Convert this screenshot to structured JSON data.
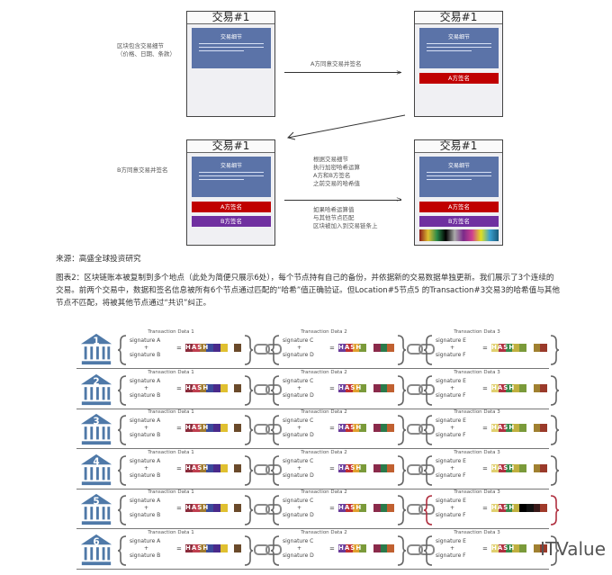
{
  "diagram": {
    "block_title": "交易#1",
    "details_label": "交易细节",
    "sig_a": "A方签名",
    "sig_b": "B方签名",
    "note_block_line1": "区块包含交易细节",
    "note_block_line2": "（价格、日期、条款）",
    "arrow1_label": "A方同意交易并签名",
    "note_b": "B方同意交易并签名",
    "hash_steps": [
      "根据交易细节",
      "执行加密哈希运算",
      "A方和B方签名",
      "之前交易的哈希值"
    ],
    "result_steps": [
      "如果哈希运算值",
      "与其他节点匹配",
      "区块被加入到交易链条上"
    ]
  },
  "source": "来源：高盛全球投资研究",
  "caption": "图表2：区块链账本被复制到多个地点（此处为简便只展示6处），每个节点持有自己的备份，并依据新的交易数据单独更新。我们展示了3个连续的交易。前两个交易中，数据和签名信息被所有6个节点通过匹配的“哈希”值正确验证。但Location#5节点5 的Transaction#3交易3的哈希值与其他节点不匹配，将被其他节点通过“共识”纠正。",
  "ledger": {
    "locations": [
      "1",
      "2",
      "3",
      "4",
      "5",
      "6"
    ],
    "transactions": [
      {
        "title": "Transaction Data 1",
        "sig1": "signature A",
        "sig2": "signature B"
      },
      {
        "title": "Transaction Data 2",
        "sig1": "signature C",
        "sig2": "signature D"
      },
      {
        "title": "Transaction Data 3",
        "sig1": "signature E",
        "sig2": "signature F"
      }
    ],
    "plus": "+",
    "equals": "=",
    "hash_text": "HASH",
    "mismatch_location": "5",
    "colors": {
      "bank": "#4f79a8",
      "mismatch": "#b03040"
    }
  },
  "watermark": "ITValue"
}
